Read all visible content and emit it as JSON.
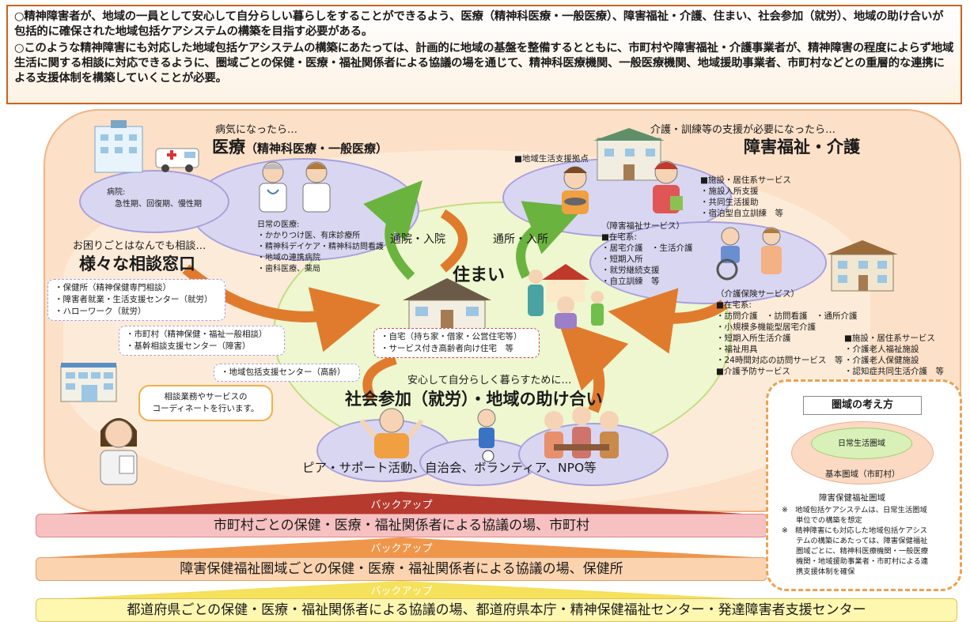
{
  "header": {
    "p1": "○精神障害者が、地域の一員として安心して自分らしい暮らしをすることができるよう、医療（精神科医療・一般医療）、障害福祉・介護、住まい、社会参加（就労）、地域の助け合いが包括的に確保された地域包括ケアシステムの構築を目指す必要がある。",
    "p2": "○このような精神障害にも対応した地域包括ケアシステムの構築にあたっては、計画的に地域の基盤を整備するとともに、市町村や障害福祉・介護事業者が、精神障害の程度によらず地域生活に関する相談に対応できるように、圏域ごとの保健・医療・福祉関係者による協議の場を通じて、精神科医療機関、一般医療機関、地域援助事業者、市町村などとの重層的な連携による支援体制を構築していくことが必要。"
  },
  "medical": {
    "subtitle": "病気になったら…",
    "title": "医療",
    "title_paren": "（精神科医療・一般医療）",
    "hospital_label": "病院:",
    "hospital_items": "急性期、回復期、慢性期",
    "daily_label": "日常の医療:",
    "daily_items": [
      "・かかりつけ医、有床診療所",
      "・精神科デイケア・精神科訪問看護",
      "・地域の連携病院",
      "・歯科医療、薬局"
    ]
  },
  "welfare": {
    "subtitle": "介護・訓練等の支援が必要になったら…",
    "title": "障害福祉・介護",
    "base_label": "■地域生活支援拠点",
    "facility_title": "■施設・居住系サービス",
    "facility_items": [
      "・施設入所支援",
      "・共同生活援助",
      "・宿泊型自立訓練　等"
    ],
    "service_label": "（障害福祉サービス）",
    "home_title": "■在宅系:",
    "home_items": [
      "・居宅介護　・生活介護",
      "・短期入所",
      "・就労継続支援",
      "・自立訓練　等"
    ],
    "care_label": "（介護保険サービス）",
    "care_home_title": "■在宅系:",
    "care_items": [
      "・訪問介護　・訪問看護　・通所介護",
      "・小規模多機能型居宅介護",
      "・短期入所生活介護",
      "・福祉用具",
      "・24時間対応の訪問サービス　等"
    ],
    "prevention": "■介護予防サービス",
    "care_facility_title": "■施設・居住系サービス",
    "care_facility_items": [
      "・介護老人福祉施設",
      "・介護老人保健施設",
      "・認知症共同生活介護　等"
    ]
  },
  "consult": {
    "subtitle": "お困りごとはなんでも相談…",
    "title": "様々な相談窓口",
    "box1": [
      "・保健所（精神保健専門相談）",
      "・障害者就業・生活支援センター（就労）",
      "・ハローワーク（就労）"
    ],
    "box2": [
      "・市町村（精神保健・福祉一般相談）",
      "・基幹相談支援センター（障害）"
    ],
    "box3": "・地域包括支援センター（高齢）",
    "speech": [
      "相談業務やサービスの",
      "コーディネートを行います。"
    ]
  },
  "housing": {
    "title": "住まい",
    "items": [
      "・自宅（持ち家・借家・公営住宅等）",
      "・サービス付き高齢者向け住宅　等"
    ],
    "arrow_hospital": "通院・入院",
    "arrow_visit": "通所・入所"
  },
  "social": {
    "subtitle": "安心して自分らしく暮らすために…",
    "title": "社会参加（就労）・地域の助け合い",
    "activities": "ピア・サポート活動、自治会、ボランティア、NPO等"
  },
  "bands": [
    {
      "backup": "バックアップ",
      "text": "市町村ごとの保健・医療・福祉関係者による協議の場、市町村"
    },
    {
      "backup": "バックアップ",
      "text": "障害保健福祉圏域ごとの保健・医療・福祉関係者による協議の場、保健所"
    },
    {
      "backup": "バックアップ",
      "text": "都道府県ごとの保健・医療・福祉関係者による協議の場、都道府県本庁・精神保健福祉センター・発達障害者支援センター"
    }
  ],
  "legend": {
    "title": "圏域の考え方",
    "inner": "日常生活圏域",
    "middle": "基本圏域（市町村）",
    "outer": "障害保健福祉圏域",
    "note1": [
      "※　地域包括ケアシステムは、日常生活圏域",
      "単位での構築を想定"
    ],
    "note2": [
      "※　精神障害にも対応した地域包括ケアシス",
      "テムの構築にあたっては、障害保健福祉",
      "圏域ごとに、精神科医療機関・一般医療",
      "機関・地域援助事業者・市町村による連",
      "携支援体制を確保"
    ]
  },
  "colors": {
    "header_border": "#c8641e",
    "outer_fill": "#fce0c8",
    "green_fill": "#eef7cf",
    "oval_fill": "#d9d6f1",
    "arrow": "#e07b2e",
    "band1": "#f7c1c1",
    "band2": "#fbd3ae",
    "band3": "#fdf7b0"
  }
}
